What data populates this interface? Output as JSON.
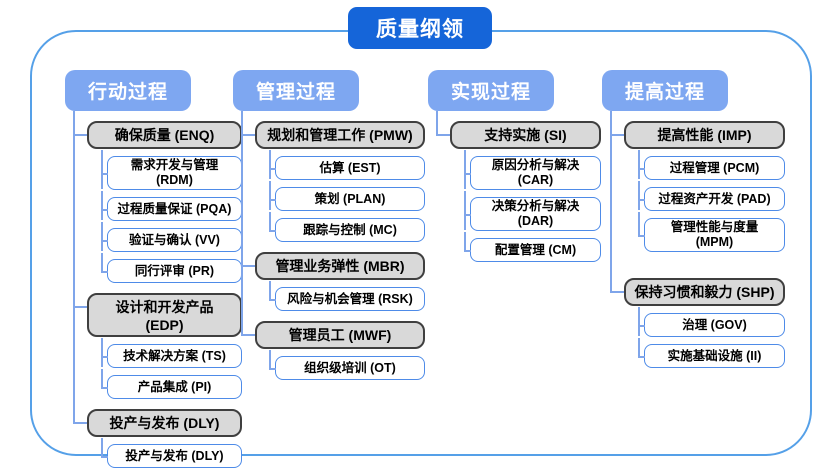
{
  "title": "质量纲领",
  "colors": {
    "title_bg": "#1565d9",
    "header_bg": "#7ea7f1",
    "frame_border": "#55a0e8",
    "line": "#7fa5ea",
    "node_gray": "#d9d9d9",
    "node_border": "#3f3f3f",
    "child_border": "#4e8be8"
  },
  "columns": [
    {
      "id": "action-process",
      "header": "行动过程",
      "groups": [
        {
          "label": "确保质量 (ENQ)",
          "children": [
            "需求开发与管理 (RDM)",
            "过程质量保证 (PQA)",
            "验证与确认 (VV)",
            "同行评审 (PR)"
          ]
        },
        {
          "label": "设计和开发产品 (EDP)",
          "children": [
            "技术解决方案 (TS)",
            "产品集成 (PI)"
          ]
        },
        {
          "label": "投产与发布 (DLY)",
          "children": [
            "投产与发布 (DLY)"
          ]
        }
      ]
    },
    {
      "id": "management-process",
      "header": "管理过程",
      "groups": [
        {
          "label": "规划和管理工作 (PMW)",
          "children": [
            "估算 (EST)",
            "策划 (PLAN)",
            "跟踪与控制 (MC)"
          ]
        },
        {
          "label": "管理业务弹性 (MBR)",
          "children": [
            "风险与机会管理 (RSK)"
          ]
        },
        {
          "label": "管理员工 (MWF)",
          "children": [
            "组织级培训 (OT)"
          ]
        }
      ]
    },
    {
      "id": "realization-process",
      "header": "实现过程",
      "groups": [
        {
          "label": "支持实施 (SI)",
          "children": [
            "原因分析与解决 (CAR)",
            "决策分析与解决 (DAR)",
            "配置管理 (CM)"
          ]
        }
      ]
    },
    {
      "id": "improvement-process",
      "header": "提高过程",
      "groups": [
        {
          "label": "提高性能 (IMP)",
          "children": [
            "过程管理 (PCM)",
            "过程资产开发 (PAD)",
            "管理性能与度量\n(MPM)"
          ]
        },
        {
          "label": "保持习惯和毅力 (SHP)",
          "children": [
            "治理 (GOV)",
            "实施基础设施 (II)"
          ]
        }
      ]
    }
  ]
}
